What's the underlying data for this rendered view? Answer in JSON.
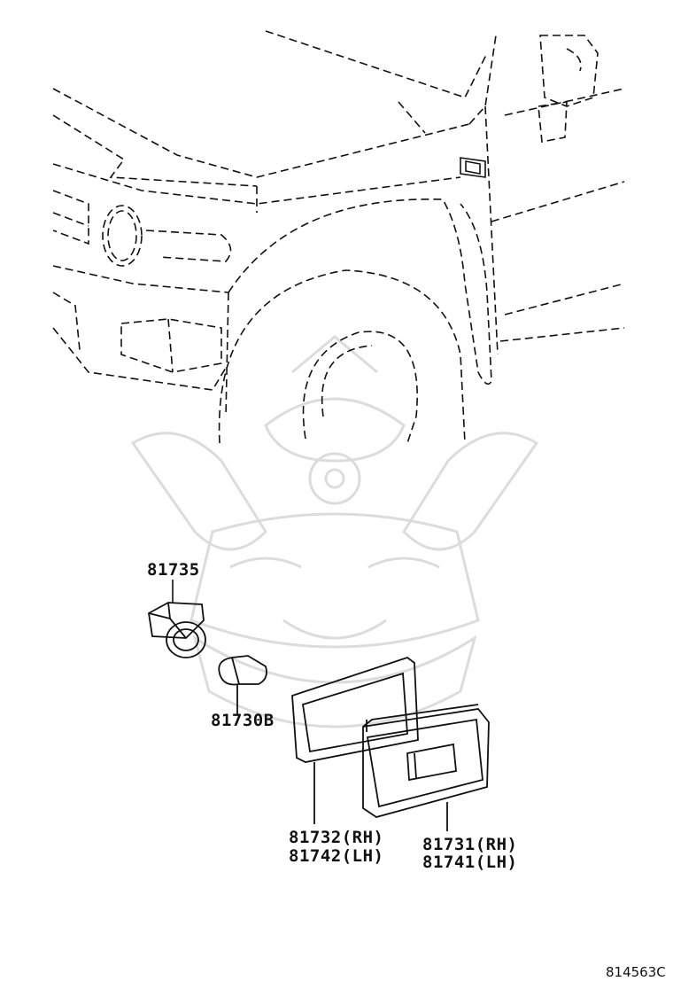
{
  "parts": {
    "socket": {
      "number": "81735"
    },
    "bulb": {
      "number": "81730B"
    },
    "gasket": {
      "number_rh": "81732(RH)",
      "number_lh": "81742(LH)"
    },
    "lamp": {
      "number_rh": "81731(RH)",
      "number_lh": "81741(LH)"
    }
  },
  "diagram_ref": "814563C",
  "colors": {
    "line": "#111111",
    "watermark": "#d8d8d8"
  }
}
